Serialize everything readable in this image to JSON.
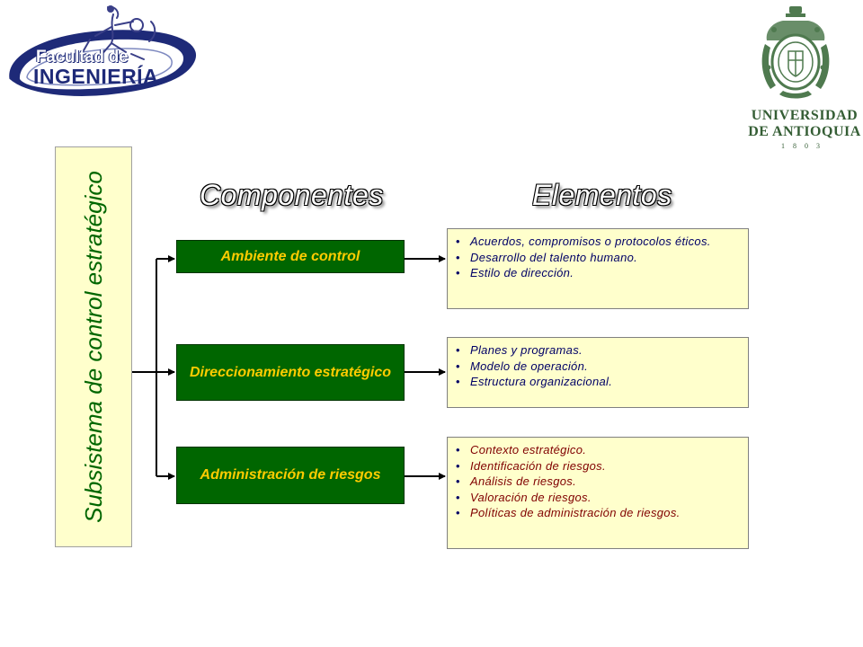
{
  "logo_left": {
    "line1": "Facultad de",
    "line2": "INGENIERÍA"
  },
  "logo_right": {
    "line1": "UNIVERSIDAD",
    "line2": "DE ANTIOQUIA",
    "year": "1803"
  },
  "subsystem_title": "Subsistema de control estratégico",
  "headers": {
    "components": "Componentes",
    "elements": "Elementos"
  },
  "components": [
    "Ambiente de control",
    "Direccionamiento estratégico",
    "Administración de riesgos"
  ],
  "elements": [
    {
      "items": [
        "Acuerdos, compromisos o protocolos éticos.",
        "Desarrollo del talento humano.",
        "Estilo de dirección."
      ]
    },
    {
      "items": [
        "Planes y programas.",
        "Modelo de operación.",
        "Estructura organizacional."
      ]
    },
    {
      "items": [
        "Contexto estratégico.",
        "Identificación de riesgos.",
        "Análisis de riesgos.",
        "Valoración de riesgos.",
        "Políticas de administración de riesgos."
      ]
    }
  ],
  "bullet": "•",
  "colors": {
    "component_fill": "#006600",
    "component_text": "#ffcc00",
    "element_fill": "#ffffcc",
    "subsystem_text": "#006600",
    "connector": "#000000",
    "logo_navy": "#1e2a78",
    "university_green": "#355e35"
  },
  "icons": {
    "faculty_logo": "engineering-figure-logo",
    "university_seal": "university-seal-icon"
  }
}
